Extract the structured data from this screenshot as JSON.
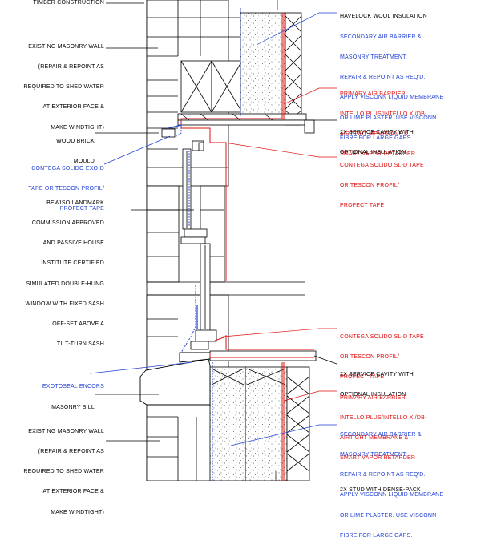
{
  "colors": {
    "line": "#000000",
    "blue": "#1f3fd6",
    "red": "#e01010",
    "grey": "#8a8a8a"
  },
  "labels": {
    "timber_construction": "TIMBER CONSTRUCTION",
    "masonry_wall_top": [
      "EXISTING MASONRY WALL",
      "(REPAIR & REPOINT AS",
      "REQUIRED TO SHED WATER",
      "AT EXTERIOR FACE &",
      "MAKE WINDTIGHT)"
    ],
    "wood_brick_mould": [
      "WOOD BRICK",
      "MOULD"
    ],
    "contega_exo_tape": [
      "CONTEGA SOLIDO EXO-D",
      "TAPE OR TESCON PROFIL/",
      "PROFECT TAPE"
    ],
    "window": [
      "BEWISO LANDMARK",
      "COMMISSION APPROVED",
      "AND PASSIVE HOUSE",
      "INSTITUTE CERTIFIED",
      "SIMULATED DOUBLE-HUNG",
      "WINDOW WITH FIXED SASH",
      "OFF-SET ABOVE A",
      "TILT-TURN SASH"
    ],
    "exoseal": "EXOTOSEAL ENCORS",
    "masonry_sill": "MASONRY SILL",
    "masonry_wall_bottom": [
      "EXISTING MASONRY WALL",
      "(REPAIR & REPOINT AS",
      "REQUIRED TO SHED WATER",
      "AT EXTERIOR FACE &",
      "MAKE WINDTIGHT)"
    ],
    "havelock": "HAVELOCK WOOL INSULATION",
    "secondary_top": [
      "SECONDARY AIR BARRIER &",
      "MASONRY TREATMENT:",
      "REPAIR & REPOINT AS REQ'D.",
      "APPLY VISCONN LIQUID MEMBRANE",
      "OR LIME PLASTER. USE VISCONN",
      "FIBRE FOR LARGE GAPS."
    ],
    "primary_top": [
      "PRIMARY AIR BARRIER:",
      "INTELLO PLUS/INTELLO X /DB-",
      "AIRTIGHT MEMBRANE &",
      "SMART VAPOR RETARDER"
    ],
    "service_top": [
      "2X SERVICE CAVITY WITH",
      "OPTIONAL INSULATION"
    ],
    "contega_sl_top": [
      "CONTEGA SOLIDO SL-D TAPE",
      "OR TESCON PROFIL/",
      "PROFECT TAPE"
    ],
    "contega_sl_bottom": [
      "CONTEGA SOLIDO SL-D TAPE",
      "OR TESCON PROFIL/",
      "PROFECT TAPE"
    ],
    "service_bottom": [
      "2X SERVICE CAVITY WITH",
      "OPTIONAL INSULATION"
    ],
    "primary_bottom": [
      "PRIMARY AIR BARRIER:",
      "INTELLO PLUS/INTELLO X /DB-",
      "AIRTIGHT MEMBRANE &",
      "SMART VAPOR RETARDER"
    ],
    "secondary_bottom": [
      "SECONDARY AIR BARRIER &",
      "MASONRY TREATMENT:",
      "REPAIR & REPOINT AS REQ'D.",
      "APPLY VISCONN LIQUID MEMBRANE",
      "OR LIME PLASTER. USE VISCONN",
      "FIBRE FOR LARGE GAPS."
    ],
    "stud_bottom": "2X STUD WITH DENSE-PACK"
  }
}
